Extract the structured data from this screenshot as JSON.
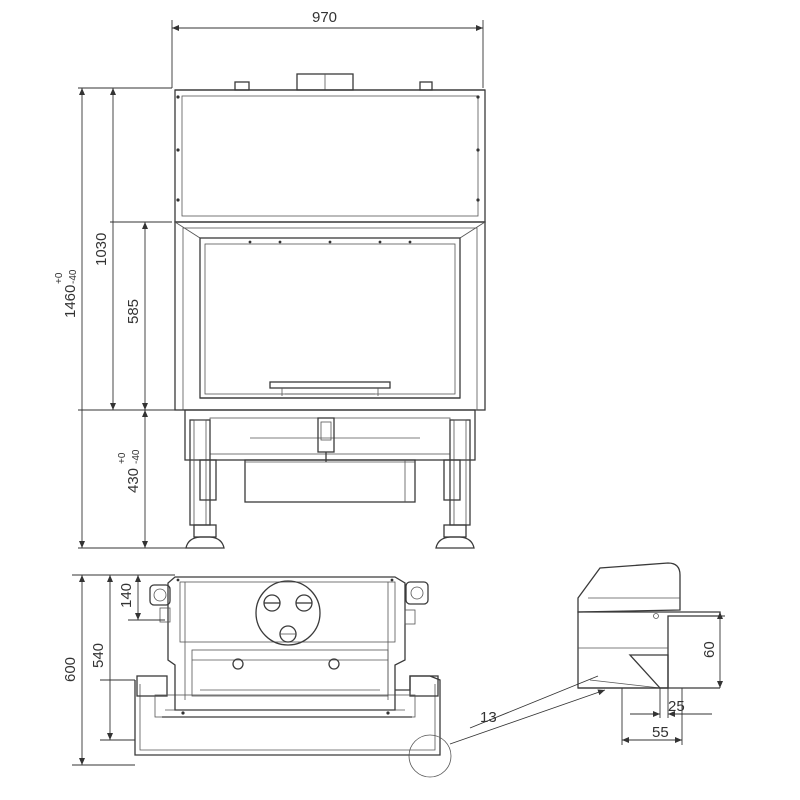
{
  "dimensions": {
    "width_970": "970",
    "height_1030": "1030",
    "height_1460": "1460",
    "height_1460_tol_plus": "+0",
    "height_1460_tol_minus": "-40",
    "height_585": "585",
    "height_430": "430",
    "height_430_tol_plus": "+0",
    "height_430_tol_minus": "-40",
    "depth_600": "600",
    "depth_540": "540",
    "depth_140": "140",
    "detail_60": "60",
    "detail_25": "25",
    "detail_55": "55",
    "detail_13": "13"
  }
}
